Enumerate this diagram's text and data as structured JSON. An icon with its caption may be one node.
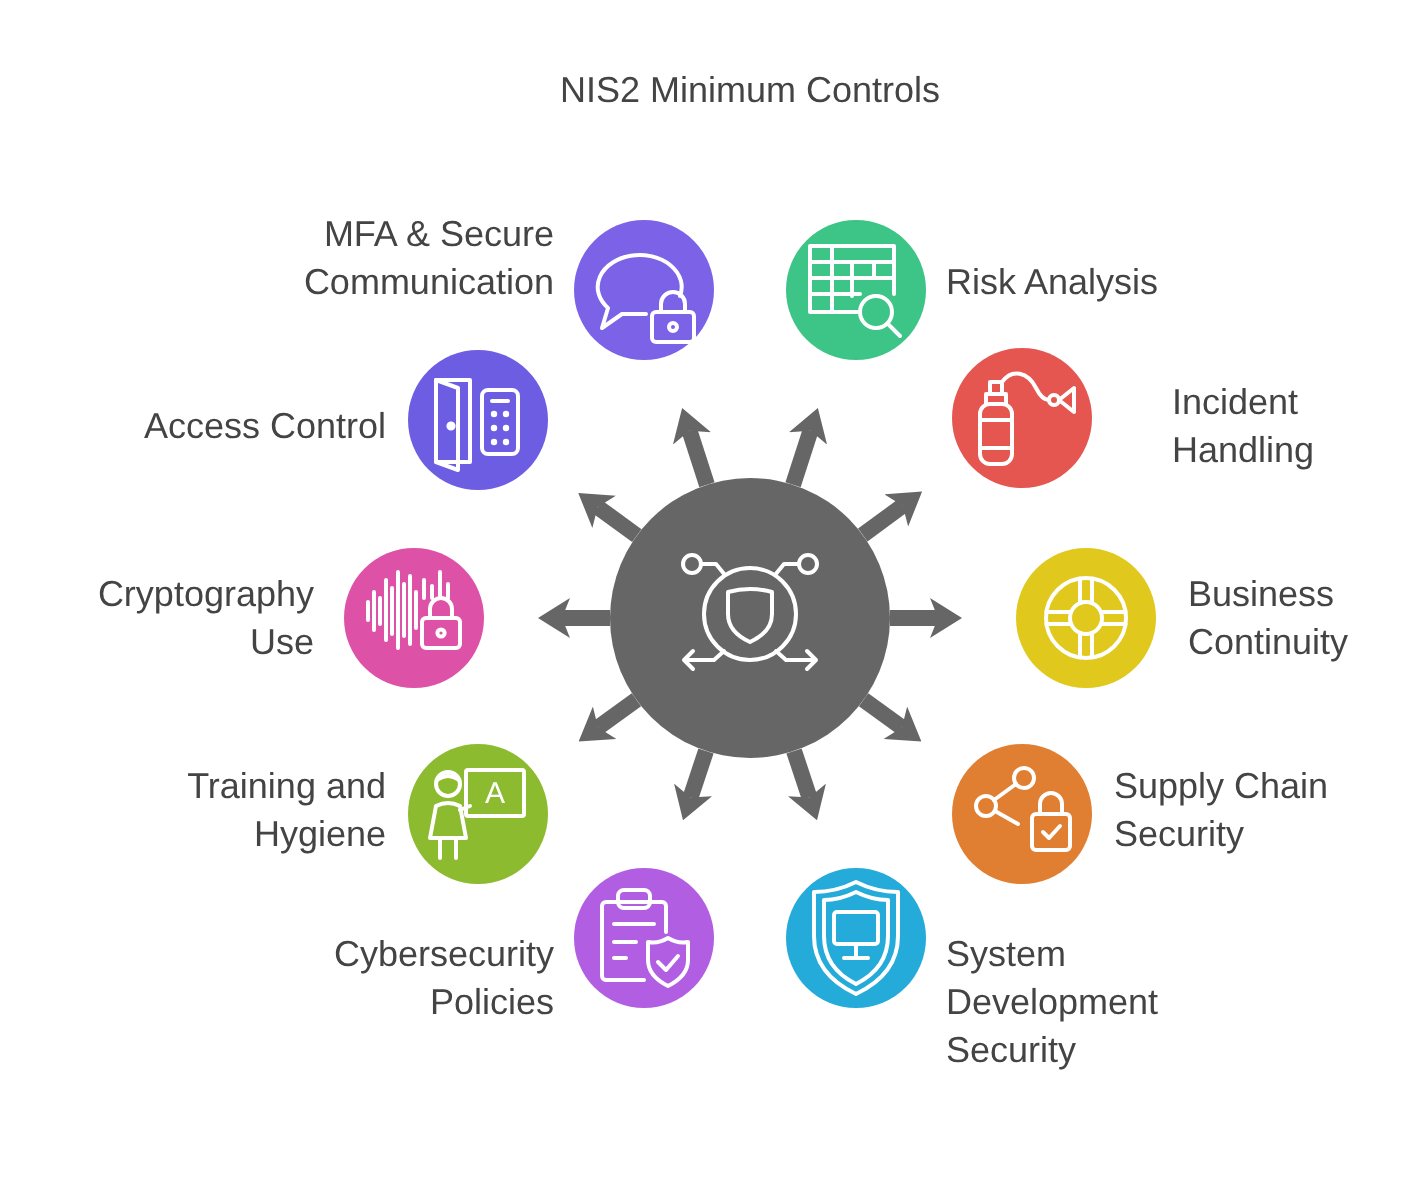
{
  "diagram": {
    "title": "NIS2 Minimum Controls",
    "nodes": [
      {
        "text": [],
        "shape": "circle"
      },
      {
        "text": [
          "MFA & Secure Communication"
        ]
      },
      {
        "text": [
          "Risk Analysis"
        ]
      },
      {
        "text": [
          "Access Control"
        ]
      },
      {
        "text": [
          "Incident Handling"
        ]
      },
      {
        "text": [
          "Cryptography Use"
        ]
      },
      {
        "text": [
          "Business Continuity"
        ]
      },
      {
        "text": [
          "Training and Hygiene"
        ]
      },
      {
        "text": [
          "Supply Chain Security"
        ]
      },
      {
        "text": [
          "Cybersecurity Policies"
        ]
      },
      {
        "text": [
          "System Development Security"
        ]
      }
    ],
    "edges": [
      {
        "from": 0,
        "to": 1,
        "arrow": "to"
      },
      {
        "from": 0,
        "to": 2,
        "arrow": "to"
      },
      {
        "from": 0,
        "to": 3,
        "arrow": "to"
      },
      {
        "from": 0,
        "to": 4,
        "arrow": "to"
      },
      {
        "from": 0,
        "to": 5,
        "arrow": "to"
      },
      {
        "from": 0,
        "to": 6,
        "arrow": "to"
      },
      {
        "from": 0,
        "to": 7,
        "arrow": "to"
      },
      {
        "from": 0,
        "to": 8,
        "arrow": "to"
      },
      {
        "from": 0,
        "to": 9,
        "arrow": "to"
      },
      {
        "from": 0,
        "to": 10,
        "arrow": "to"
      }
    ],
    "labels": [
      "A"
    ]
  }
}
